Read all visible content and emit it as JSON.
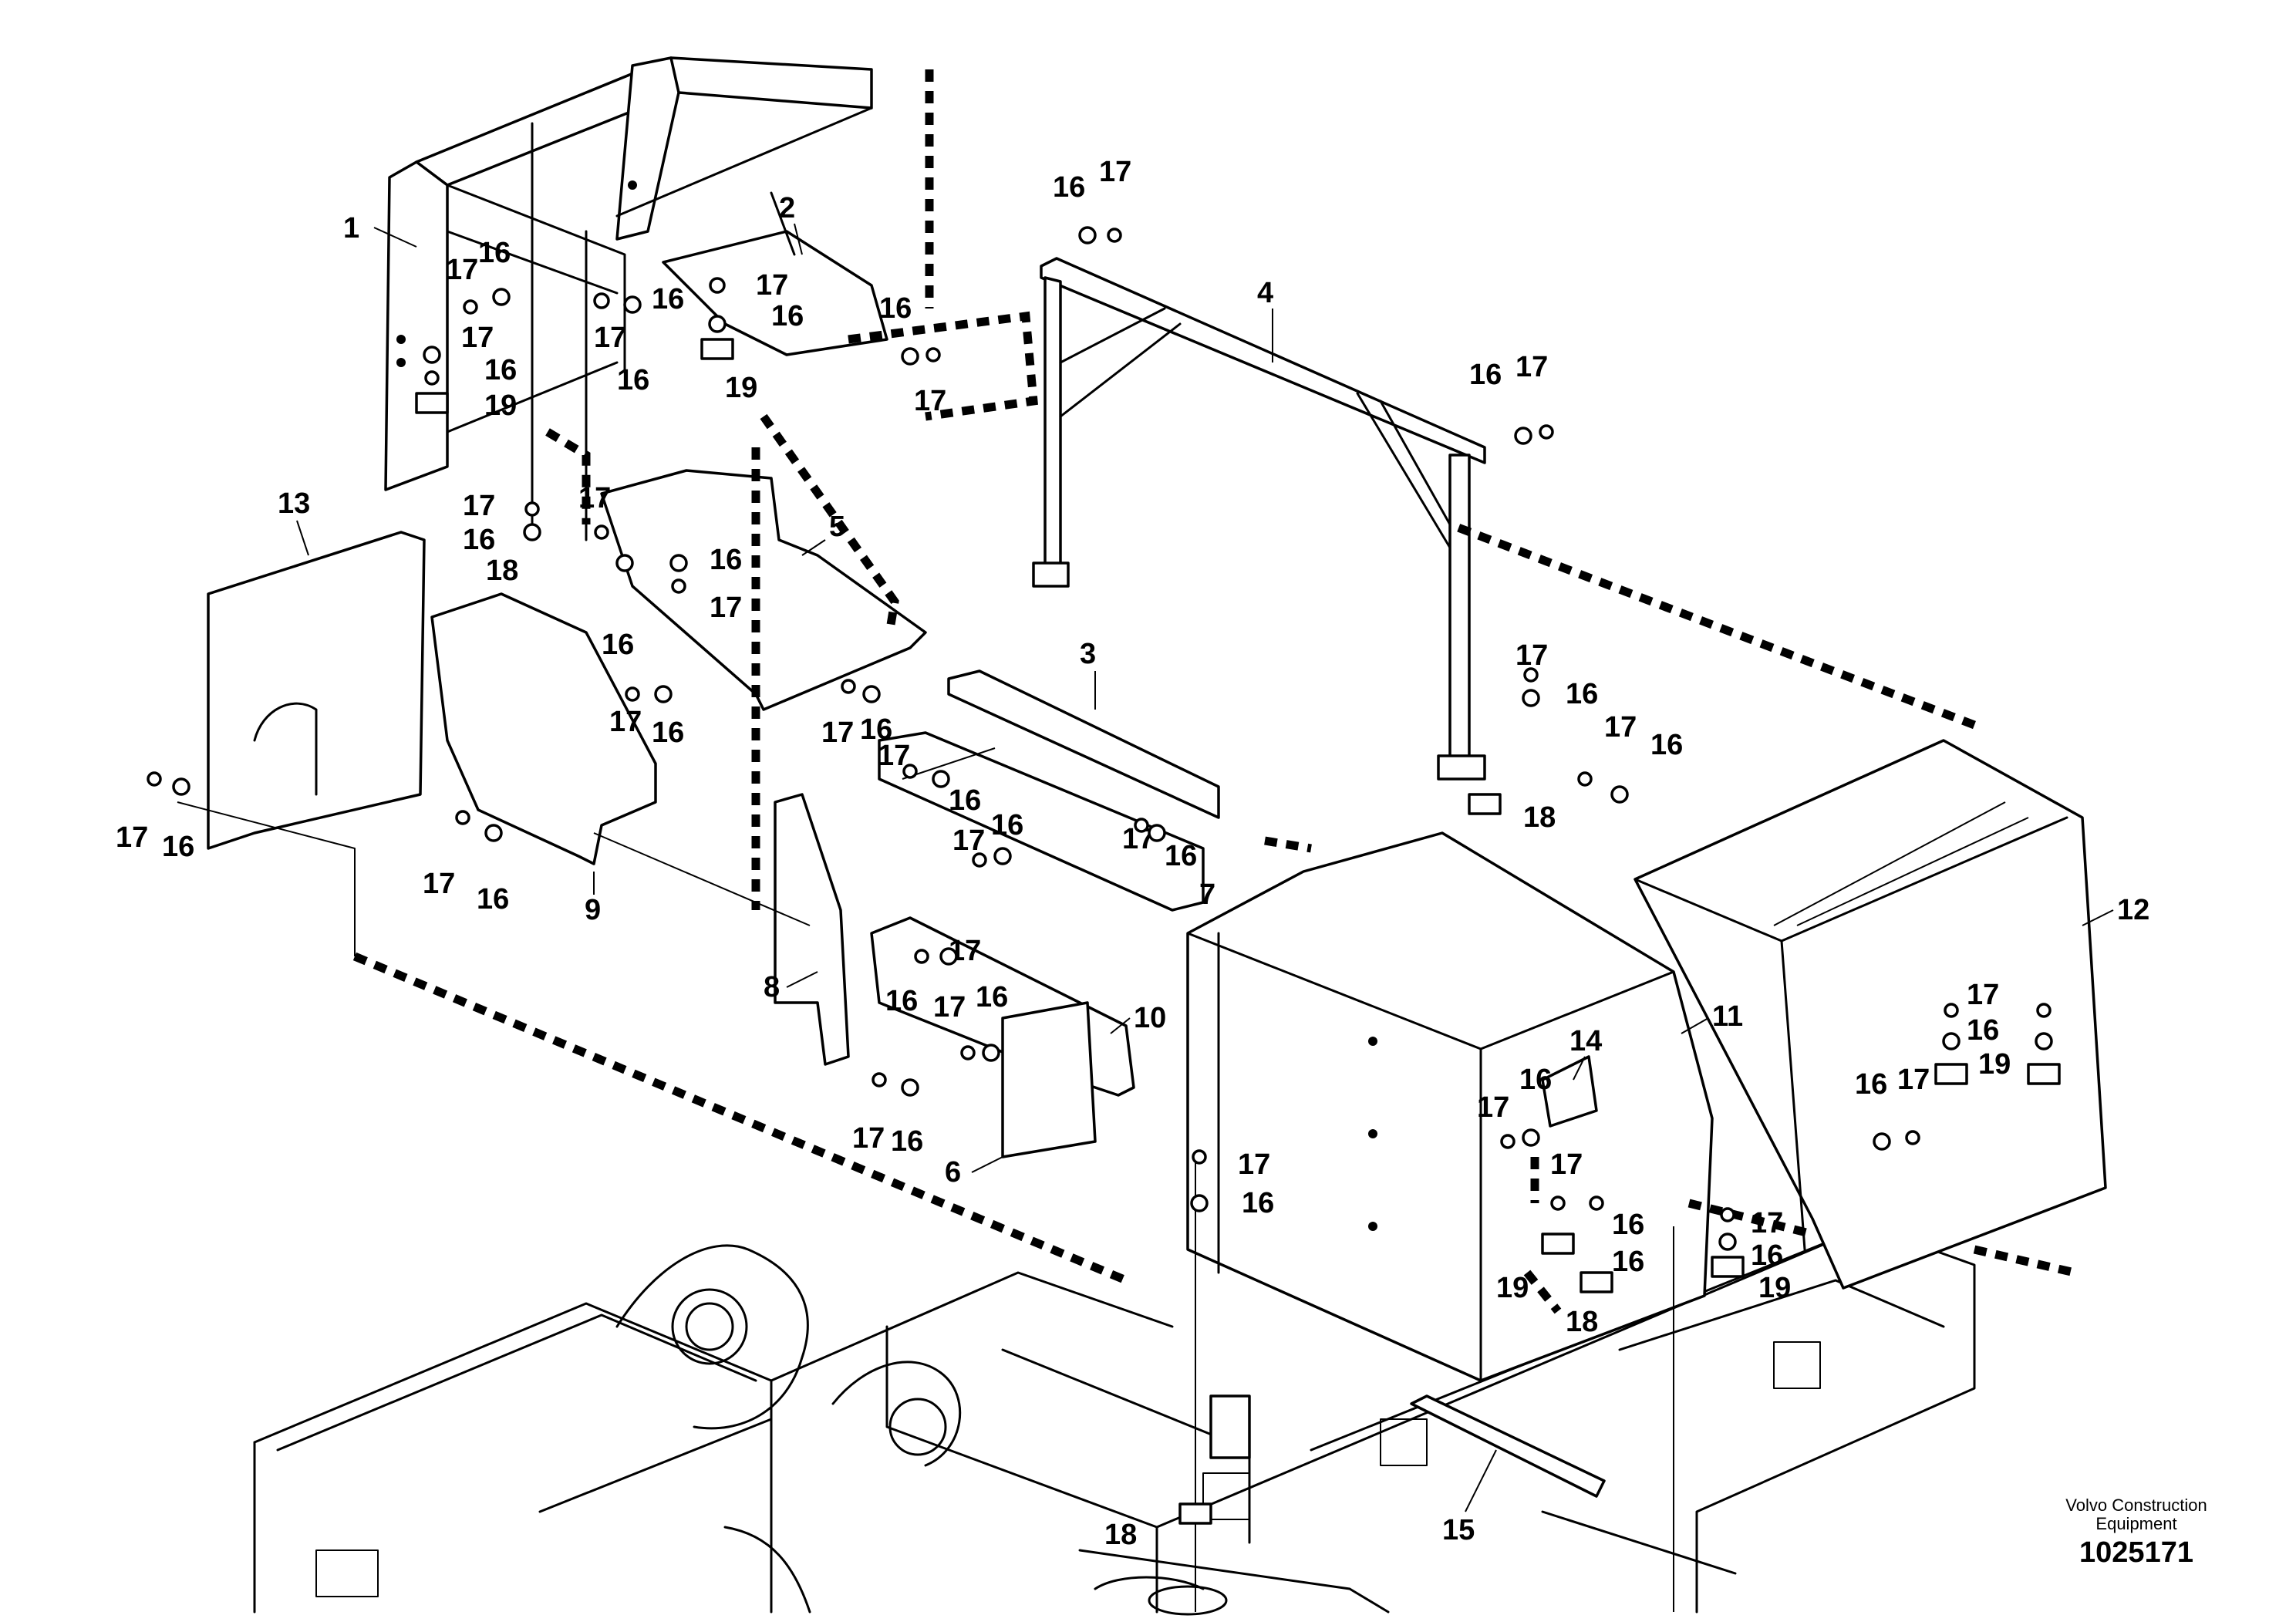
{
  "drawing": {
    "brand_line1": "Volvo Construction",
    "brand_line2": "Equipment",
    "doc_number": "1025171"
  },
  "callouts": [
    {
      "id": "c1",
      "text": "1"
    },
    {
      "id": "c2",
      "text": "2"
    },
    {
      "id": "c3",
      "text": "3"
    },
    {
      "id": "c4",
      "text": "4"
    },
    {
      "id": "c5",
      "text": "5"
    },
    {
      "id": "c6",
      "text": "6"
    },
    {
      "id": "c7",
      "text": "7"
    },
    {
      "id": "c8",
      "text": "8"
    },
    {
      "id": "c9",
      "text": "9"
    },
    {
      "id": "c10",
      "text": "10"
    },
    {
      "id": "c11",
      "text": "11"
    },
    {
      "id": "c12",
      "text": "12"
    },
    {
      "id": "c13",
      "text": "13"
    },
    {
      "id": "c14",
      "text": "14"
    },
    {
      "id": "c15",
      "text": "15"
    },
    {
      "id": "c16",
      "text": "16"
    },
    {
      "id": "c17",
      "text": "17"
    },
    {
      "id": "c18",
      "text": "18"
    },
    {
      "id": "c19",
      "text": "19"
    }
  ]
}
